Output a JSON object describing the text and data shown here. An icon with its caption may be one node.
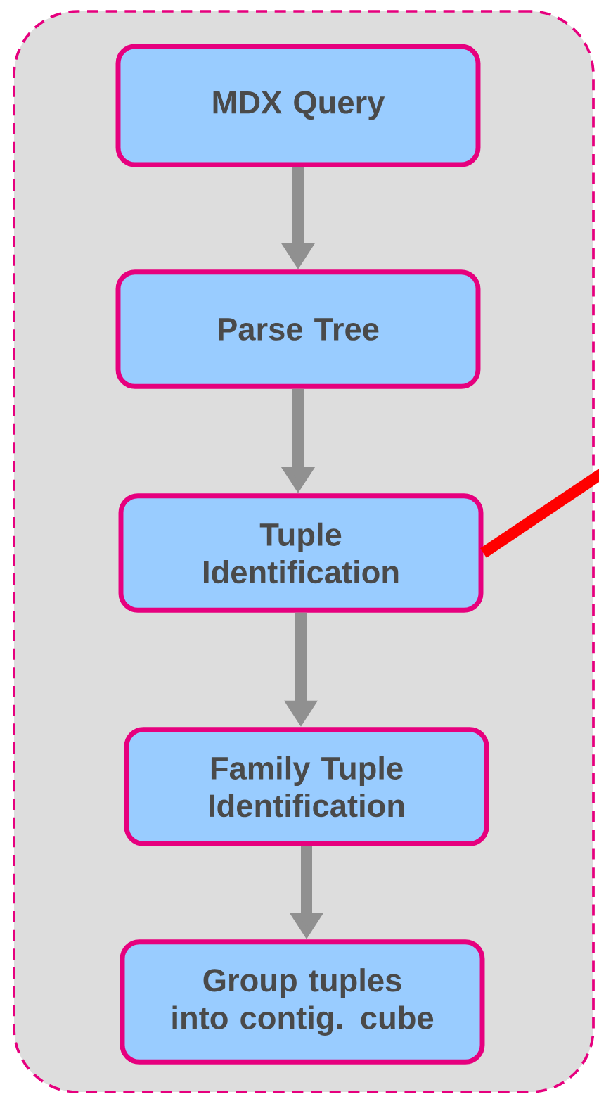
{
  "diagram": {
    "nodes": [
      {
        "text": [],
        "shape": "box"
      },
      {
        "text": [
          "MDX Query"
        ],
        "in": 0
      },
      {
        "text": [
          "Parse Tree"
        ],
        "in": 0
      },
      {
        "text": [
          "Tuple Identification"
        ],
        "in": 0
      },
      {
        "text": [
          "Family Tuple Identification"
        ],
        "in": 0
      },
      {
        "text": [
          "Group tuples into contig. cube"
        ],
        "in": 0
      }
    ],
    "edges": [
      {
        "from": 1,
        "to": 2,
        "arrow": "to"
      },
      {
        "from": 2,
        "to": 3,
        "arrow": "to"
      },
      {
        "from": 3,
        "to": 4,
        "arrow": "to"
      },
      {
        "from": 4,
        "to": 5,
        "arrow": "to"
      },
      {
        "from": 3,
        "to": null,
        "arrow": "none",
        "color": "#ff0000"
      }
    ]
  }
}
